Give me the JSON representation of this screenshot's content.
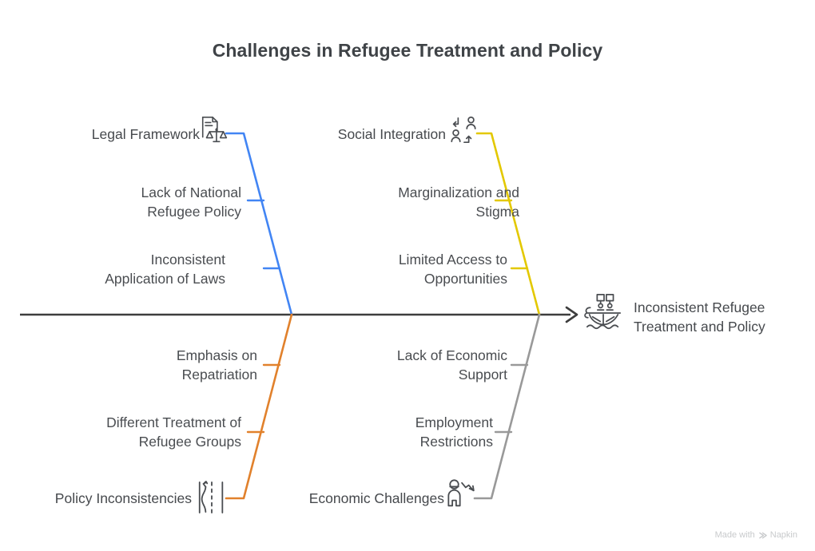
{
  "title": "Challenges in Refugee Treatment and Policy",
  "diagram": {
    "type": "fishbone",
    "effect": {
      "label": "Inconsistent Refugee\nTreatment and Policy",
      "icon": "refugee-boat-icon"
    },
    "spine": {
      "color": "#3d3d3d",
      "arrow": "arrow-right-icon"
    },
    "branches": [
      {
        "id": "legal-framework",
        "position": "top-left",
        "category": "Legal Framework",
        "icon": "document-scales-icon",
        "color": "#4285F4",
        "causes": [
          "Lack of National\nRefugee Policy",
          "Inconsistent\nApplication of Laws"
        ]
      },
      {
        "id": "social-integration",
        "position": "top-right",
        "category": "Social Integration",
        "icon": "people-exchange-icon",
        "color": "#E3C800",
        "causes": [
          "Marginalization and\nStigma",
          "Limited Access to\nOpportunities"
        ]
      },
      {
        "id": "policy-inconsistencies",
        "position": "bottom-left",
        "category": "Policy Inconsistencies",
        "icon": "road-detour-icon",
        "color": "#E1812C",
        "causes": [
          "Emphasis on\nRepatriation",
          "Different Treatment of\nRefugee Groups"
        ]
      },
      {
        "id": "economic-challenges",
        "position": "bottom-right",
        "category": "Economic Challenges",
        "icon": "person-decline-icon",
        "color": "#999999",
        "causes": [
          "Lack of Economic\nSupport",
          "Employment\nRestrictions"
        ]
      }
    ]
  },
  "watermark": {
    "text": "Made with",
    "brand": "Napkin"
  }
}
